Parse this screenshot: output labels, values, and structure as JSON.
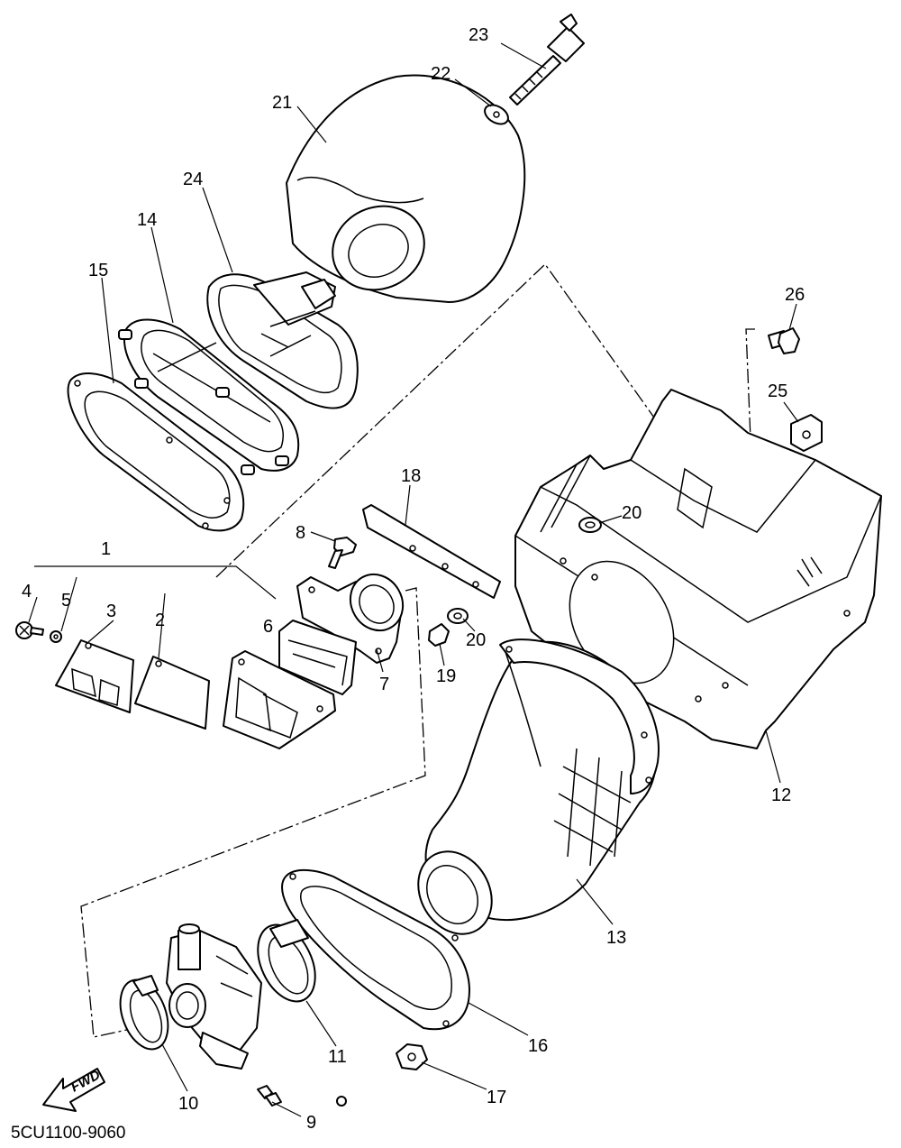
{
  "diagram": {
    "code": "5CU1100-9060",
    "fwd_label": "FWD",
    "callouts": {
      "c1": "1",
      "c2": "2",
      "c3": "3",
      "c4": "4",
      "c5": "5",
      "c6": "6",
      "c7": "7",
      "c8": "8",
      "c9": "9",
      "c10": "10",
      "c11": "11",
      "c12": "12",
      "c13": "13",
      "c14": "14",
      "c15": "15",
      "c16": "16",
      "c17": "17",
      "c18": "18",
      "c19": "19",
      "c20a": "20",
      "c20b": "20",
      "c21": "21",
      "c22": "22",
      "c23": "23",
      "c24": "24",
      "c25": "25",
      "c26": "26"
    }
  }
}
